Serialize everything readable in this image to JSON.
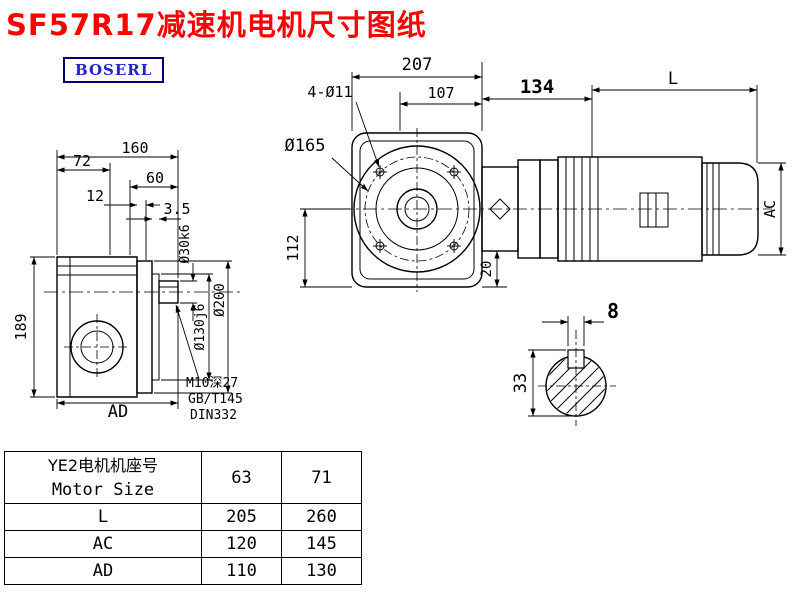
{
  "title": "SF57R17减速机电机尺寸图纸",
  "logo": "BOSERL",
  "left_view": {
    "dim_160": "160",
    "dim_72": "72",
    "dim_60": "60",
    "dim_12": "12",
    "dim_3_5": "3.5",
    "dim_189": "189",
    "dim_AD": "AD",
    "dim_shaft": "Ø30k6",
    "dim_spigot": "Ø130j6",
    "dim_flange": "Ø200",
    "note_1": "M10深27",
    "note_2": "GB/T145",
    "note_3": "DIN332"
  },
  "front_view": {
    "dim_207": "207",
    "dim_107": "107",
    "dim_holes": "4-Ø11",
    "dim_165": "Ø165",
    "dim_112": "112",
    "dim_134": "134",
    "dim_L": "L",
    "dim_20": "20",
    "dim_AC": "AC"
  },
  "shaft_section": {
    "dim_8": "8",
    "dim_33": "33"
  },
  "table": {
    "rows": [
      {
        "label": "YE2电机机座号",
        "sublabel": "Motor Size",
        "v1": "63",
        "v2": "71"
      },
      {
        "label": "L",
        "v1": "205",
        "v2": "260"
      },
      {
        "label": "AC",
        "v1": "120",
        "v2": "145"
      },
      {
        "label": "AD",
        "v1": "110",
        "v2": "130"
      }
    ]
  }
}
